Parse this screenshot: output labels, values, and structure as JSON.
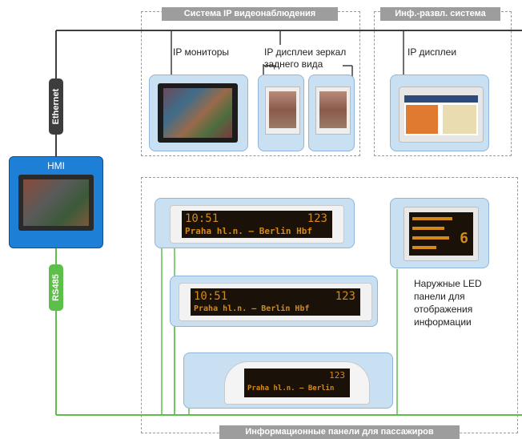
{
  "sections": {
    "video_system": "Система IP видеонаблюдения",
    "infotainment": "Инф.-развл. система",
    "passenger_panels": "Информационные панели для пассажиров"
  },
  "labels": {
    "ip_monitors": "IP мониторы",
    "ip_mirror_line1": "IP дисплеи зеркал",
    "ip_mirror_line2": "заднего вида",
    "ip_displays": "IP дисплеи",
    "outdoor_line1": "Наружные LED",
    "outdoor_line2": "панели для",
    "outdoor_line3": "отображения",
    "outdoor_line4": "информации"
  },
  "connections": {
    "ethernet": "Ethernet",
    "rs485": "RS485"
  },
  "hmi": {
    "title": "HMI"
  },
  "led_panels": {
    "panel1_time": "10:51",
    "panel1_num": "123",
    "panel1_route": "Praha hl.n. – Berlin Hbf",
    "panel2_time": "10:51",
    "panel2_num": "123",
    "panel2_route": "Praha hl.n. – Berlin Hbf",
    "panel3_num": "123",
    "panel3_route": "Praha hl.n. – Berlin",
    "outdoor_num": "6"
  },
  "colors": {
    "ethernet_line": "#3d3d3d",
    "rs485_line": "#5cbf4a",
    "hmi_blue": "#1e7fd6",
    "card_blue": "#c9dff2",
    "dashed": "#9a9a9a"
  }
}
